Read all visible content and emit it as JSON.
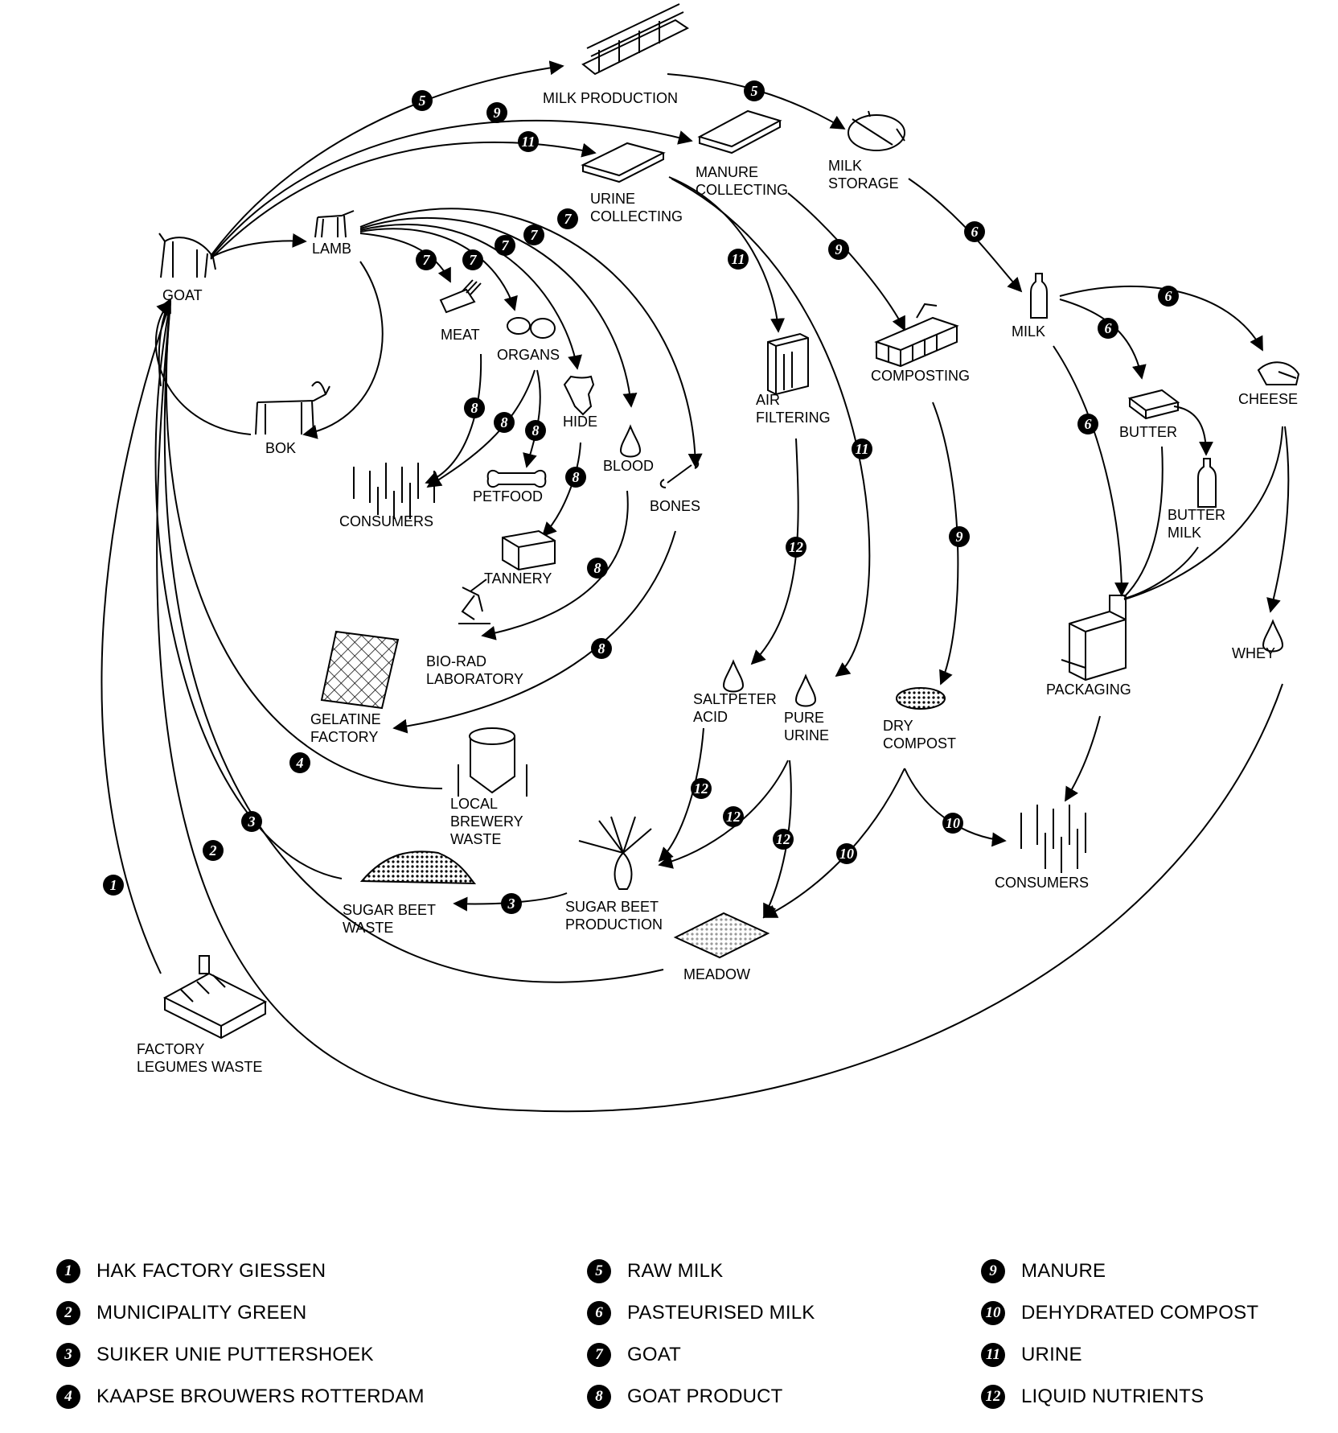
{
  "nodes": {
    "milk_production": [
      "MILK PRODUCTION"
    ],
    "milk_storage": [
      "MILK",
      "STORAGE"
    ],
    "urine_collecting": [
      "URINE",
      "COLLECTING"
    ],
    "manure_collecting": [
      "MANURE",
      "COLLECTING"
    ],
    "goat": [
      "GOAT"
    ],
    "lamb": [
      "LAMB"
    ],
    "bok": [
      "BOK"
    ],
    "meat": [
      "MEAT"
    ],
    "organs": [
      "ORGANS"
    ],
    "hide": [
      "HIDE"
    ],
    "blood": [
      "BLOOD"
    ],
    "bones": [
      "BONES"
    ],
    "consumers_left": [
      "CONSUMERS"
    ],
    "petfood": [
      "PETFOOD"
    ],
    "tannery": [
      "TANNERY"
    ],
    "bio_rad": [
      "BIO-RAD",
      "LABORATORY"
    ],
    "gelatine": [
      "GELATINE",
      "FACTORY"
    ],
    "brewery": [
      "LOCAL",
      "BREWERY",
      "WASTE"
    ],
    "sugar_beet_waste": [
      "SUGAR BEET",
      "WASTE"
    ],
    "sugar_beet_production": [
      "SUGAR BEET",
      "PRODUCTION"
    ],
    "meadow": [
      "MEADOW"
    ],
    "factory_legumes": [
      "FACTORY",
      "LEGUMES WASTE"
    ],
    "air_filtering": [
      "AIR",
      "FILTERING"
    ],
    "saltpeter": [
      "SALTPETER",
      "ACID"
    ],
    "pure_urine": [
      "PURE",
      "URINE"
    ],
    "composting": [
      "COMPOSTING"
    ],
    "dry_compost": [
      "DRY",
      "COMPOST"
    ],
    "consumers_right": [
      "CONSUMERS"
    ],
    "milk": [
      "MILK"
    ],
    "butter": [
      "BUTTER"
    ],
    "butter_milk": [
      "BUTTER",
      "MILK"
    ],
    "cheese": [
      "CHEESE"
    ],
    "whey": [
      "WHEY"
    ],
    "packaging": [
      "PACKAGING"
    ]
  },
  "legend": [
    {
      "number": "1",
      "label": "HAK FACTORY GIESSEN"
    },
    {
      "number": "2",
      "label": "MUNICIPALITY GREEN"
    },
    {
      "number": "3",
      "label": "SUIKER UNIE PUTTERSHOEK"
    },
    {
      "number": "4",
      "label": "KAAPSE BROUWERS ROTTERDAM"
    },
    {
      "number": "5",
      "label": "RAW MILK"
    },
    {
      "number": "6",
      "label": "PASTEURISED MILK"
    },
    {
      "number": "7",
      "label": "GOAT"
    },
    {
      "number": "8",
      "label": "GOAT PRODUCT"
    },
    {
      "number": "9",
      "label": "MANURE"
    },
    {
      "number": "10",
      "label": "DEHYDRATED COMPOST"
    },
    {
      "number": "11",
      "label": "URINE"
    },
    {
      "number": "12",
      "label": "LIQUID NUTRIENTS"
    }
  ]
}
